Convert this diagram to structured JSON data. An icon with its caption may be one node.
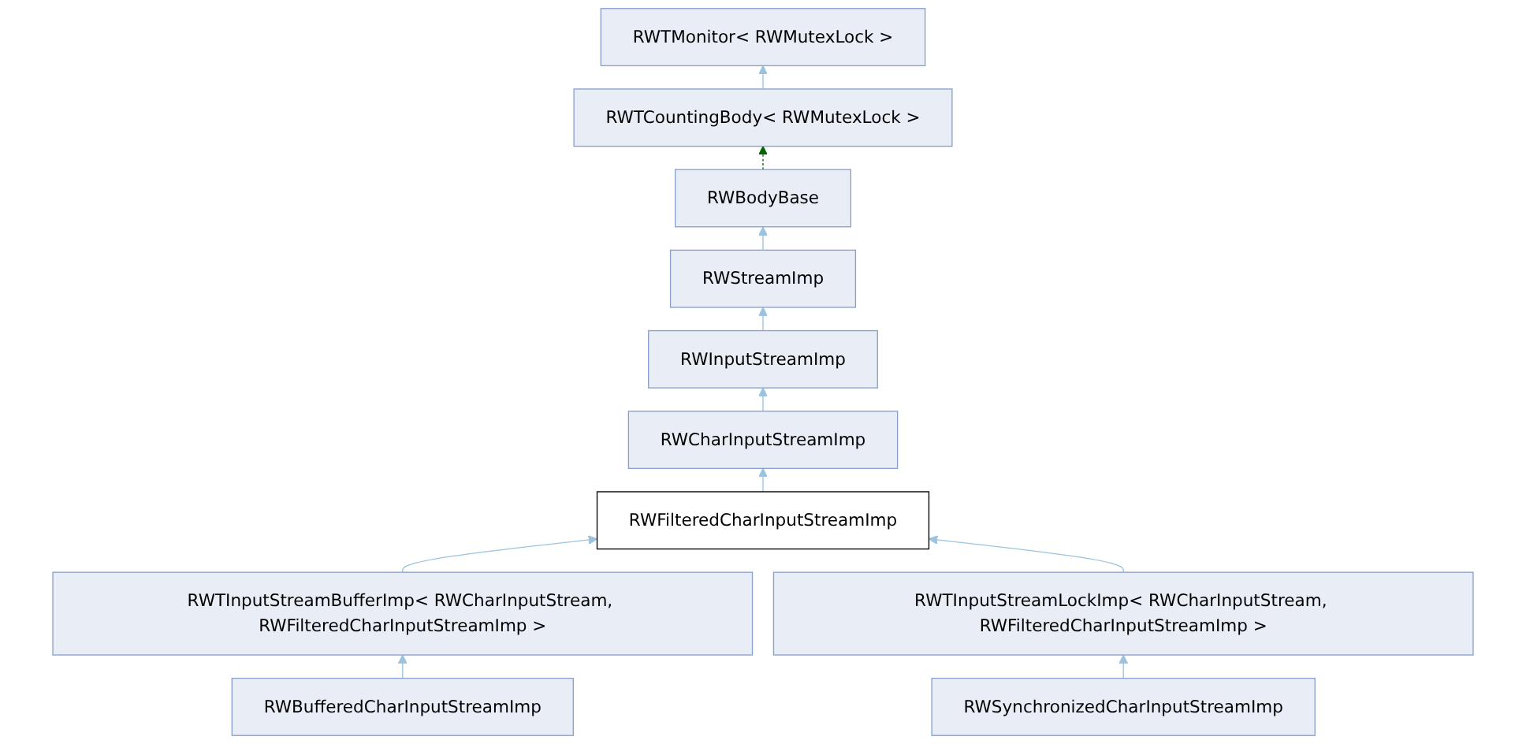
{
  "diagram": {
    "nodes": [
      {
        "text": [
          "RWTMonitor< RWMutexLock >"
        ]
      },
      {
        "text": [
          "RWTCountingBody< RWMutexLock >"
        ]
      },
      {
        "text": [
          "RWBodyBase"
        ]
      },
      {
        "text": [
          "RWStreamImp"
        ]
      },
      {
        "text": [
          "RWInputStreamImp"
        ]
      },
      {
        "text": [
          "RWCharInputStreamImp"
        ]
      },
      {
        "text": [
          "RWFilteredCharInputStreamImp"
        ]
      },
      {
        "text": [
          "RWTInputStreamBufferImp< RWCharInputStream, RWFilteredCharInputStreamImp >"
        ]
      },
      {
        "text": [
          "RWTInputStreamLockImp< RWCharInputStream, RWFilteredCharInputStreamImp >"
        ]
      },
      {
        "text": [
          "RWBufferedCharInputStreamImp"
        ]
      },
      {
        "text": [
          "RWSynchronizedCharInputStreamImp"
        ]
      }
    ],
    "edges": [
      {
        "from": 1,
        "to": 0,
        "arrow": "to"
      },
      {
        "from": 2,
        "to": 1,
        "arrow": "to",
        "style": "dashed",
        "color": "#006400"
      },
      {
        "from": 3,
        "to": 2,
        "arrow": "to"
      },
      {
        "from": 4,
        "to": 3,
        "arrow": "to"
      },
      {
        "from": 5,
        "to": 4,
        "arrow": "to"
      },
      {
        "from": 6,
        "to": 5,
        "arrow": "to"
      },
      {
        "from": 7,
        "to": 6,
        "arrow": "to"
      },
      {
        "from": 8,
        "to": 6,
        "arrow": "to"
      },
      {
        "from": 9,
        "to": 7,
        "arrow": "to"
      },
      {
        "from": 10,
        "to": 8,
        "arrow": "to"
      }
    ]
  }
}
